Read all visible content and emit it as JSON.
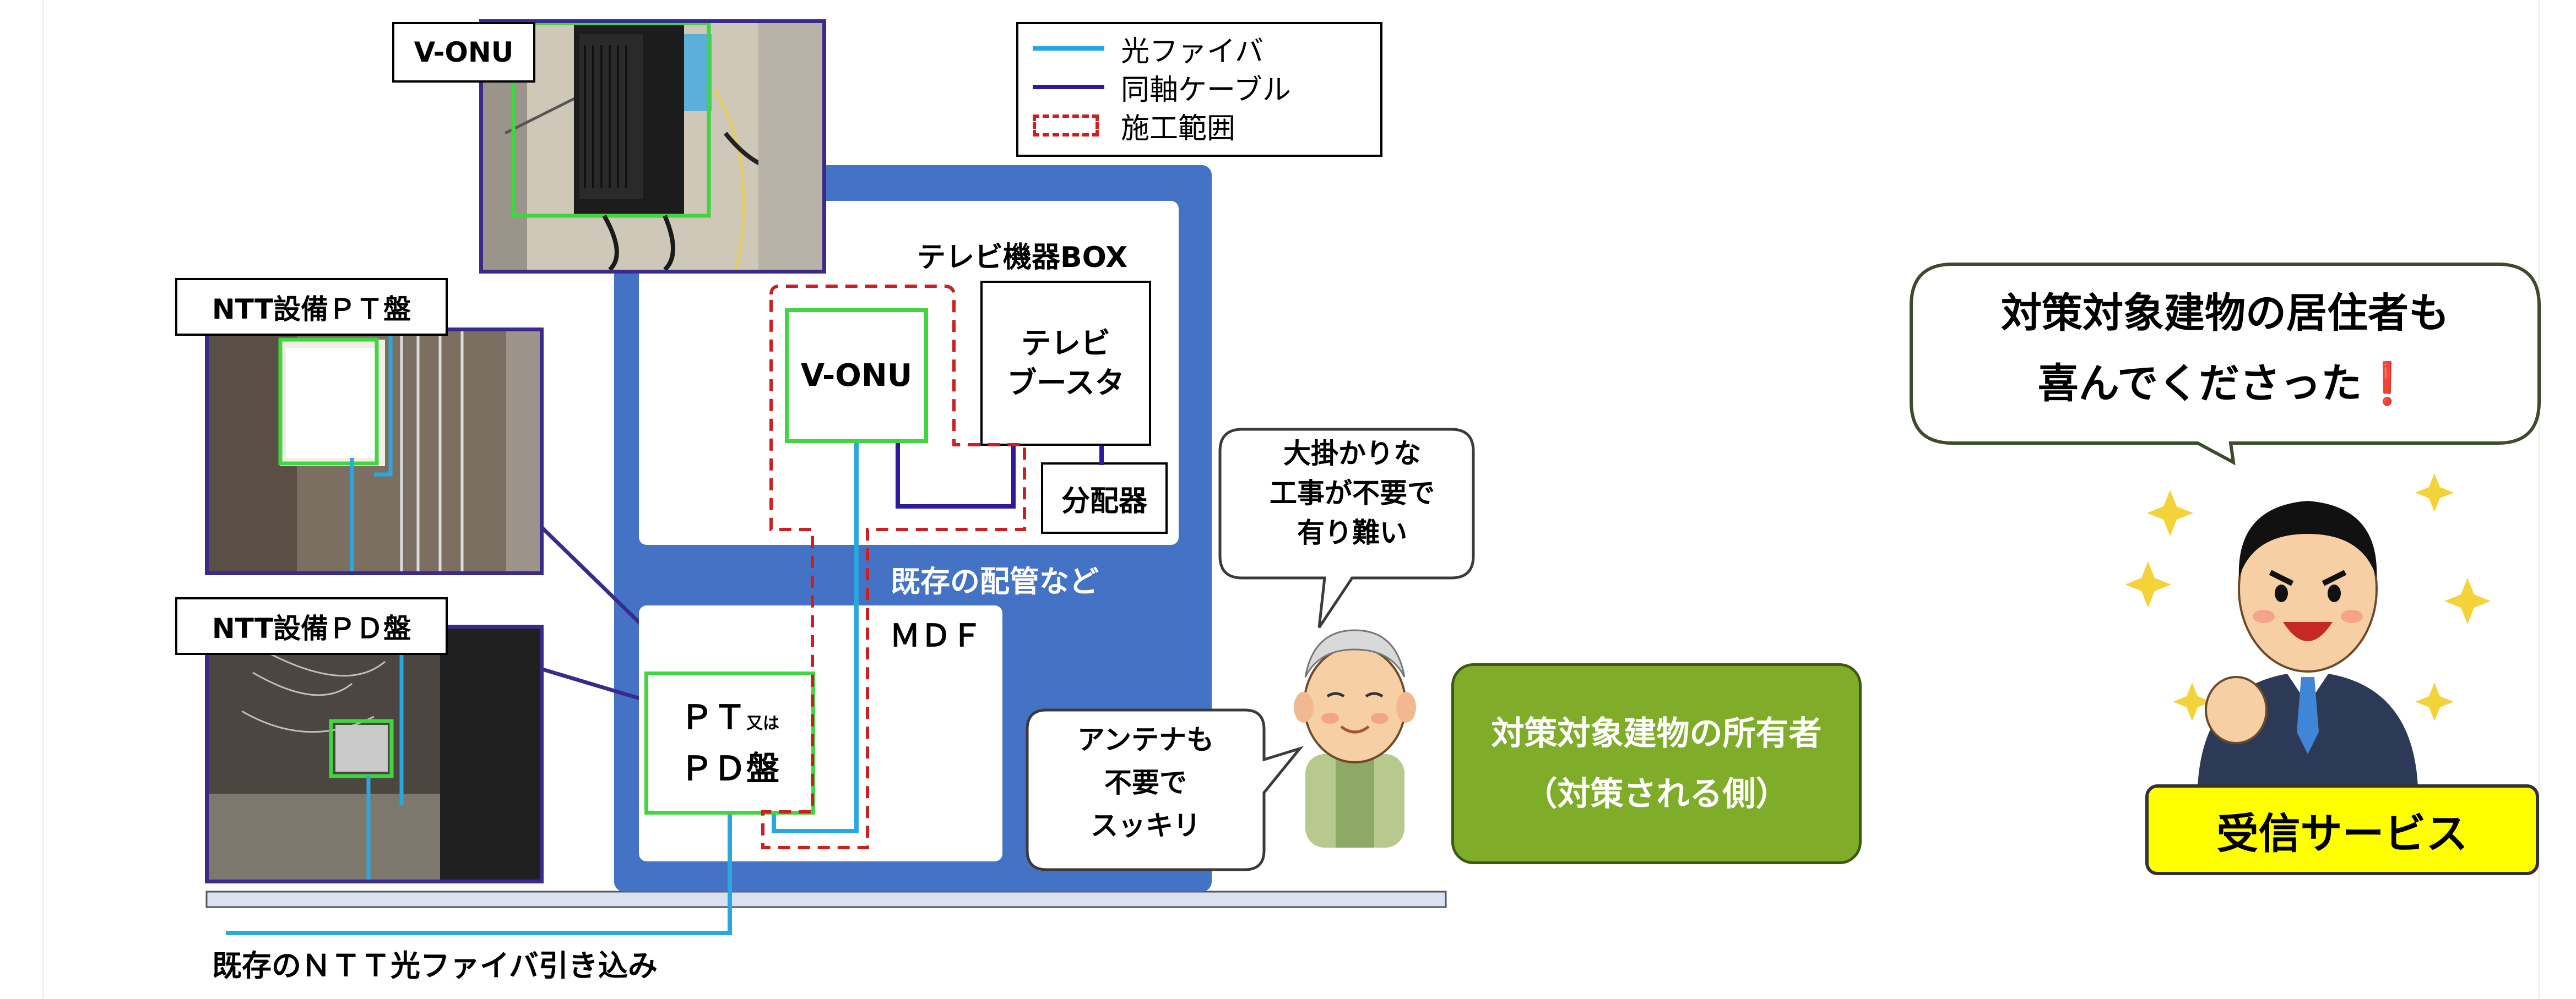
{
  "legend": {
    "items": [
      {
        "label": "光ファイバ",
        "color": "#29a8e0"
      },
      {
        "label": "同軸ケーブル",
        "color": "#2b1a9c"
      },
      {
        "label": "施工範囲",
        "color": "#cc1f1f"
      }
    ]
  },
  "photos": {
    "vonu_label": "V-ONU",
    "pt_label": "NTT設備ＰＴ盤",
    "pd_label": "NTT設備ＰＤ盤"
  },
  "building": {
    "box_title": "テレビ機器BOX",
    "vonu": "V-ONU",
    "booster_line1": "テレビ",
    "booster_line2": "ブースタ",
    "splitter": "分配器",
    "conduit": "既存の配管など",
    "mdf": "ＭＤＦ",
    "ptpd_line1_main": "ＰＴ",
    "ptpd_line1_small": "又は",
    "ptpd_line2": "ＰＤ盤"
  },
  "ntt_fiber_label": "既存のＮＴＴ光ファイバ引き込み",
  "bubbles": {
    "antenna": [
      "アンテナも",
      "不要で",
      "スッキリ"
    ],
    "construction": [
      "大掛かりな",
      "工事が不要で",
      "有り難い"
    ],
    "resident": [
      "対策対象建物の居住者も",
      "喜んでくださった"
    ],
    "resident_mark": "❗"
  },
  "owner": {
    "line1": "対策対象建物の所有者",
    "line2": "（対策される側）",
    "color": "#7fad2a"
  },
  "service": {
    "label": "受信サービス",
    "color": "#ffff00"
  },
  "colors": {
    "building": "#4472c4",
    "fiber": "#29a8e0",
    "coax": "#2b1a9c",
    "scope": "#cc1f1f",
    "frame": "#3a2a8c"
  }
}
